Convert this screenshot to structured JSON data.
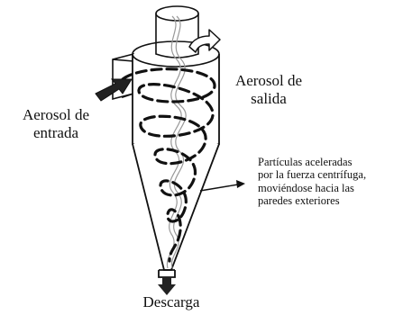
{
  "labels": {
    "inlet": [
      "Aerosol de",
      "entrada"
    ],
    "outlet": [
      "Aerosol de",
      "salida"
    ],
    "particles": [
      "Partículas aceleradas",
      "por la fuerza centrífuga,",
      "moviéndose hacia las",
      "paredes exteriores"
    ],
    "discharge": "Descarga"
  },
  "colors": {
    "ink": "#111111",
    "arrow_fill": "#222222",
    "outlet_arrow_fill": "#ffffff",
    "helix": "#999999",
    "background": "#ffffff"
  },
  "icons": {
    "inlet_arrow": "arrow-right-icon",
    "outlet_arrow": "curved-arrow-icon",
    "discharge_arrow": "arrow-down-icon",
    "pointer_arrow": "arrow-right-icon"
  }
}
